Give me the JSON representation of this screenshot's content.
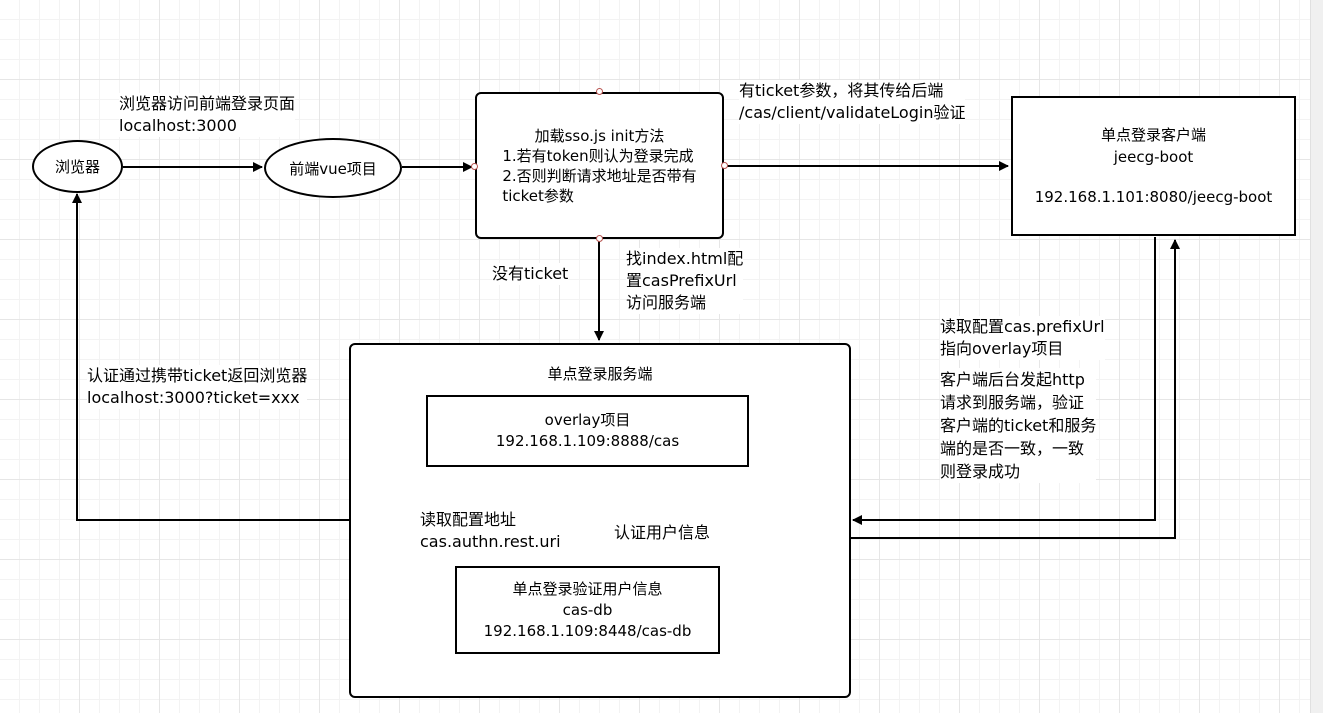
{
  "nodes": {
    "browser": "浏览器",
    "frontend": "前端vue项目",
    "sso_init": [
      "加载sso.js init方法",
      "1.若有token则认为登录完成",
      "2.否则判断请求地址是否带有",
      "ticket参数"
    ],
    "client": {
      "title": "单点登录客户端",
      "name": "jeecg-boot",
      "address": "192.168.1.101:8080/jeecg-boot"
    },
    "server": {
      "title": "单点登录服务端"
    },
    "overlay": {
      "name": "overlay项目",
      "address": "192.168.1.109:8888/cas"
    },
    "casdb": {
      "title": "单点登录验证用户信息",
      "name": "cas-db",
      "address": "192.168.1.109:8448/cas-db"
    }
  },
  "labels": {
    "browser_to_front": [
      "浏览器访问前端登录页面",
      "localhost:3000"
    ],
    "has_ticket": [
      "有ticket参数，将其传给后端",
      "/cas/client/validateLogin验证"
    ],
    "no_ticket": "没有ticket",
    "find_index": [
      "找index.html配",
      "置casPrefixUrl",
      "访问服务端"
    ],
    "auth_return": [
      "认证通过携带ticket返回浏览器",
      "localhost:3000?ticket=xxx"
    ],
    "read_prefix": [
      "读取配置cas.prefixUrl",
      "指向overlay项目"
    ],
    "client_request": [
      "客户端后台发起http",
      "请求到服务端，验证",
      "客户端的ticket和服务",
      "端的是否一致，一致",
      "则登录成功"
    ],
    "read_config": [
      "读取配置地址",
      "cas.authn.rest.uri"
    ],
    "auth_user": "认证用户信息"
  }
}
